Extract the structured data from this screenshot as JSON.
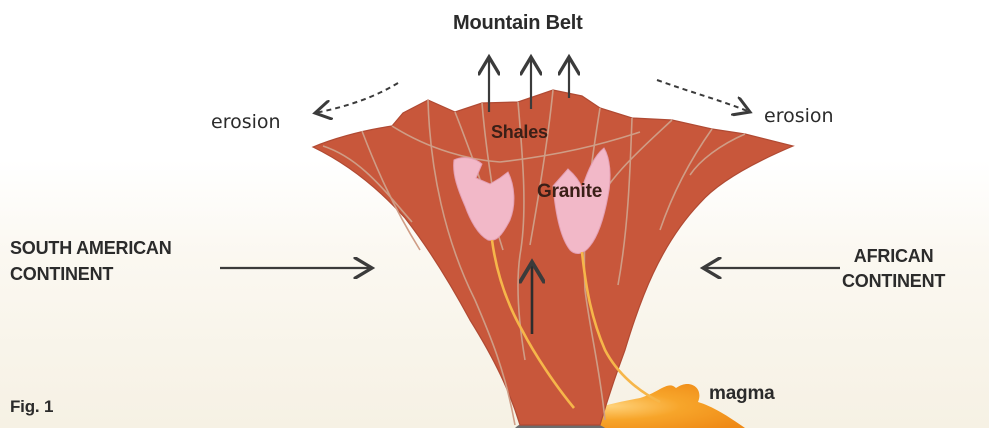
{
  "diagram": {
    "title": "Mountain Belt",
    "erosion_left": "erosion",
    "erosion_right": "erosion",
    "layer_label": "Shales",
    "intrusion_label": "Granite",
    "left_continent": [
      "SOUTH AMERICAN",
      "CONTINENT"
    ],
    "right_continent": [
      "AFRICAN",
      "CONTINENT"
    ],
    "magma_label": "magma",
    "figure_label": "Fig. 1"
  },
  "colors": {
    "background": "#ffffff",
    "haze": "#f6f1e4",
    "mountain": "#c8573b",
    "mountain_edge": "#a84a35",
    "fault_lines": "#c9a08a",
    "granite": "#f2b8c8",
    "magma": "#f39a22",
    "magma_light": "#ffc45a",
    "arrows": "#3b3b3b",
    "base": "#6d6d6d"
  }
}
